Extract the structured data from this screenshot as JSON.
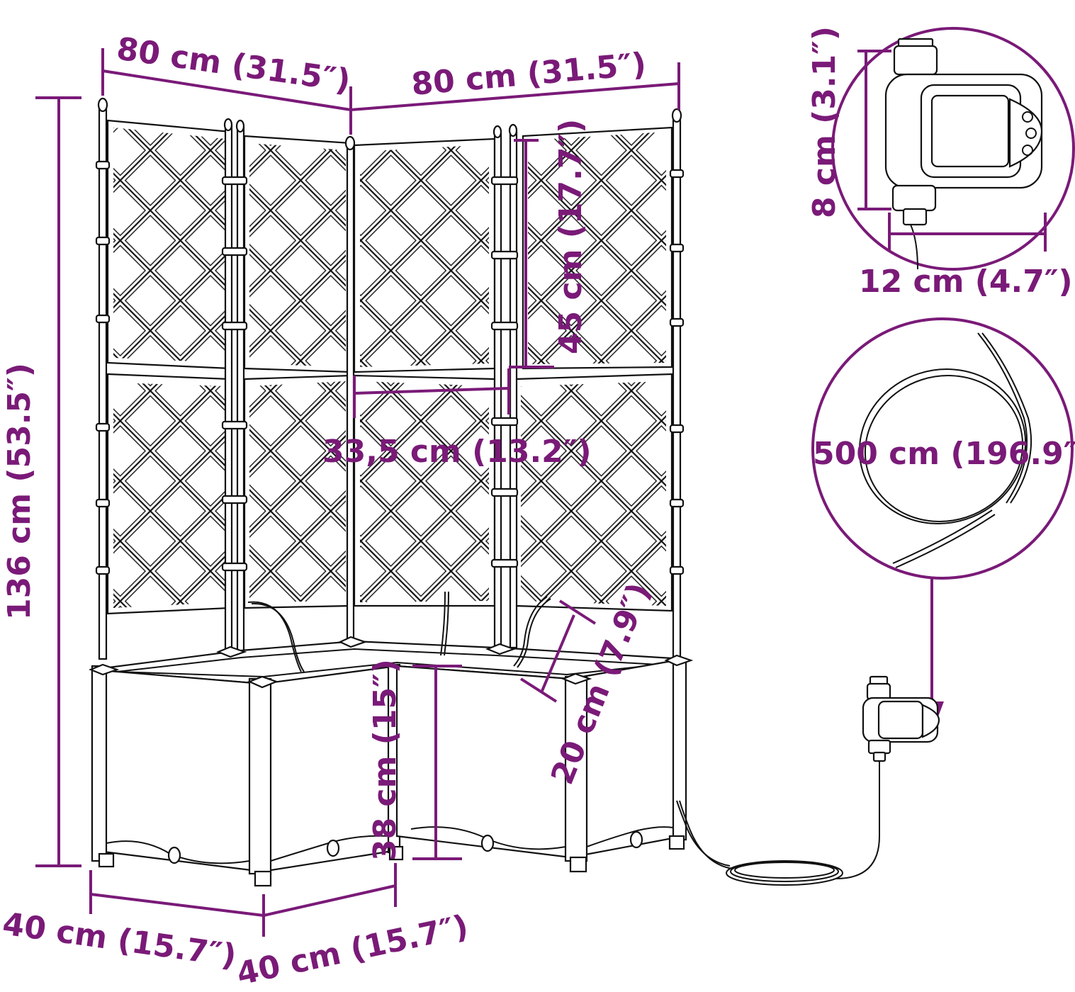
{
  "colors": {
    "accent": "#7a1a78",
    "line": "#111111",
    "background": "#ffffff"
  },
  "dimensions": {
    "width_left": "80 cm (31.5″)",
    "width_right": "80 cm (31.5″)",
    "total_height": "136 cm (53.5″)",
    "trellis_panel_height": "45 cm (17.7″)",
    "trellis_panel_width": "33,5 cm (13.2″)",
    "planter_height": "38 cm (15″)",
    "planter_inner_depth": "20 cm (7.9″)",
    "base_depth_left": "40 cm (15.7″)",
    "base_depth_right": "40 cm (15.7″)"
  },
  "detail_timer": {
    "height": "8 cm (3.1″)",
    "width": "12 cm (4.7″)",
    "icon": "water-timer-icon"
  },
  "detail_hose": {
    "length": "500 cm (196.9″)",
    "icon": "hose-coil-icon"
  }
}
